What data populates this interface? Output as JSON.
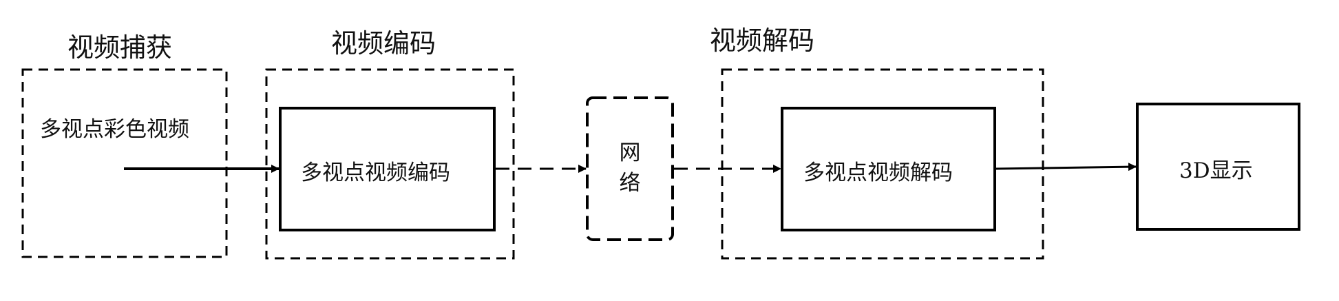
{
  "stages": {
    "capture": {
      "title": "视频捕获",
      "content": "多视点彩色视频"
    },
    "encode": {
      "title": "视频编码",
      "content": "多视点视频编码"
    },
    "network": {
      "line1": "网",
      "line2": "络"
    },
    "decode": {
      "title": "视频解码",
      "content": "多视点视频解码"
    },
    "display": {
      "content": "3D显示"
    }
  },
  "colors": {
    "stroke": "#000000",
    "text": "#111111",
    "background": "#ffffff"
  }
}
